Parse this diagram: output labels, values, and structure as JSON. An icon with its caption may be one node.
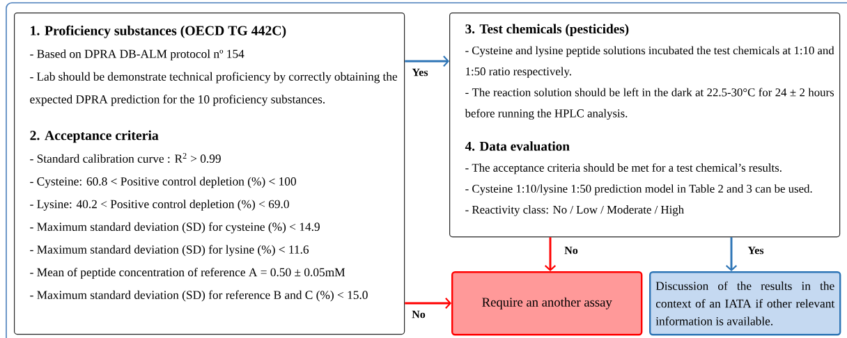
{
  "diagram": {
    "nodes": [
      {
        "text": [
          "1. Proficiency substances (OECD TG 442C)",
          "- Based on DPRA DB-ALM protocol nº 154",
          "- Lab should be demonstrate technical proficiency by correctly obtaining the expected DPRA prediction for the 10 proficiency substances.",
          "2. Acceptance criteria",
          "- Standard calibration curve : R$^{2}$ > 0.99",
          "- Cysteine: 60.8 < Positive control depletion (%) < 100",
          "- Lysine: 40.2 < Positive control depletion (%)  < 69.0",
          "- Maximum standard deviation (SD) for cysteine (%)  < 14.9",
          "- Maximum standard deviation (SD) for lysine (%)  < 11.6",
          "- Mean of peptide concentration of reference A = 0.50 ± 0.05mM",
          "- Maximum standard deviation (SD) for reference B and C (%)  < 15.0"
        ]
      },
      {
        "text": [
          "3. Test chemicals (pesticides)",
          "- Cysteine and lysine peptide solutions incubated the test chemicals at 1:10 and 1:50 ratio respectively.",
          "- The reaction solution should be left in the dark at 22.5-30°C for 24 ± 2 hours before running the HPLC analysis.",
          "4. Data evaluation",
          "- The acceptance criteria should be met for a test chemical’s results.",
          "- Cysteine 1:10/lysine 1:50 prediction model in Table 2 and 3 can be used.",
          "- Reactivity class: No / Low / Moderate / High"
        ]
      },
      {
        "text": [
          "Require an another assay"
        ]
      },
      {
        "text": [
          "Discussion of the results in the context of an IATA if other relevant information is available."
        ]
      }
    ],
    "edges": [
      {
        "from": 0,
        "to": 1,
        "arrow": "to",
        "label": "Yes",
        "color": "#2e75b6"
      },
      {
        "from": 0,
        "to": 2,
        "arrow": "to",
        "label": "No",
        "color": "#ff0000"
      },
      {
        "from": 1,
        "to": 2,
        "arrow": "to",
        "label": "No",
        "color": "#ff0000"
      },
      {
        "from": 1,
        "to": 3,
        "arrow": "to",
        "label": "Yes",
        "color": "#2e75b6"
      }
    ]
  }
}
